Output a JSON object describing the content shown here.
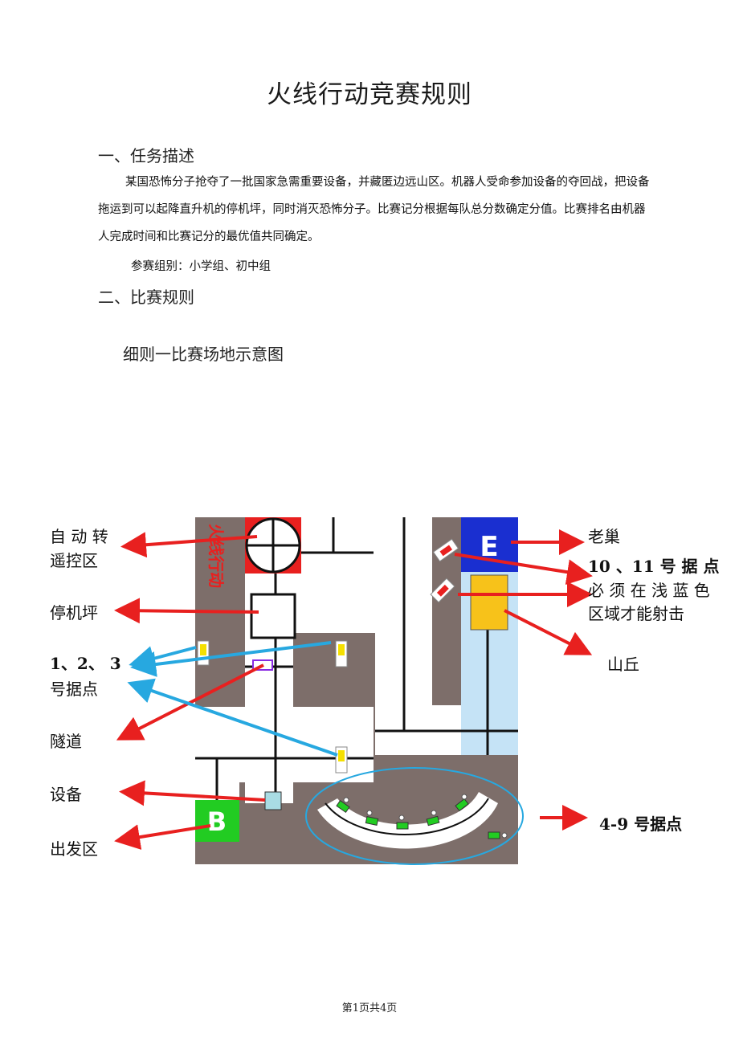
{
  "document": {
    "title": "火线行动竞赛规则",
    "section1_heading": "一、任务描述",
    "section1_para": "某国恐怖分子抢夺了一批国家急需重要设备，并藏匿边远山区。机器人受命参加设备的夺回战，把设备拖运到可以起降直升机的停机坪，同时消灭恐怖分子。比赛记分根据每队总分数确定分值。比赛排名由机器人完成时间和比赛记分的最优值共同确定。",
    "section1_para_lines": [
      "某国恐怖分子抢夺了一批国家急需重要设备，并藏匿边远山区。机器人受命参加设备的夺回战，把设备",
      "拖运到可以起降直升机的停机坪，同时消灭恐怖分子。比赛记分根据每队总分数确定分值。比赛排名由机器",
      "人完成时间和比赛记分的最优值共同确定。"
    ],
    "groups": "参赛组别：小学组、初中组",
    "section2_heading": "二、比赛规则",
    "rule1_heading": "细则一比赛场地示意图",
    "footer": "第1页共4页"
  },
  "diagram": {
    "field_marks": {
      "start_zone": "B",
      "nest_zone": "E",
      "logo_text": "火线行动"
    },
    "left_labels": {
      "auto_remote_line1": "自 动 转",
      "auto_remote_line2": "遥控区",
      "helipad": "停机坪",
      "points_123_line1": "1、2、 3",
      "points_123_line2": "号据点",
      "tunnel": "隧道",
      "equipment": "设备",
      "start_area": "出发区"
    },
    "right_labels": {
      "nest": "老巢",
      "points_1011_line1": "10 、11 号 据 点",
      "points_1011_line2": "必 须 在 浅 蓝 色",
      "points_1011_line3": "区域才能射击",
      "hill": "山丘",
      "points_49": "4-9 号据点"
    },
    "colors": {
      "field_brown": "#7d6e6a",
      "road_white": "#ffffff",
      "arrow_red": "#e8201f",
      "arrow_blue": "#27a8e0",
      "start_green": "#22cc22",
      "nest_blue": "#1a2fd0",
      "hill_yellow": "#f7c21a",
      "light_blue": "#c5e3f6"
    }
  }
}
